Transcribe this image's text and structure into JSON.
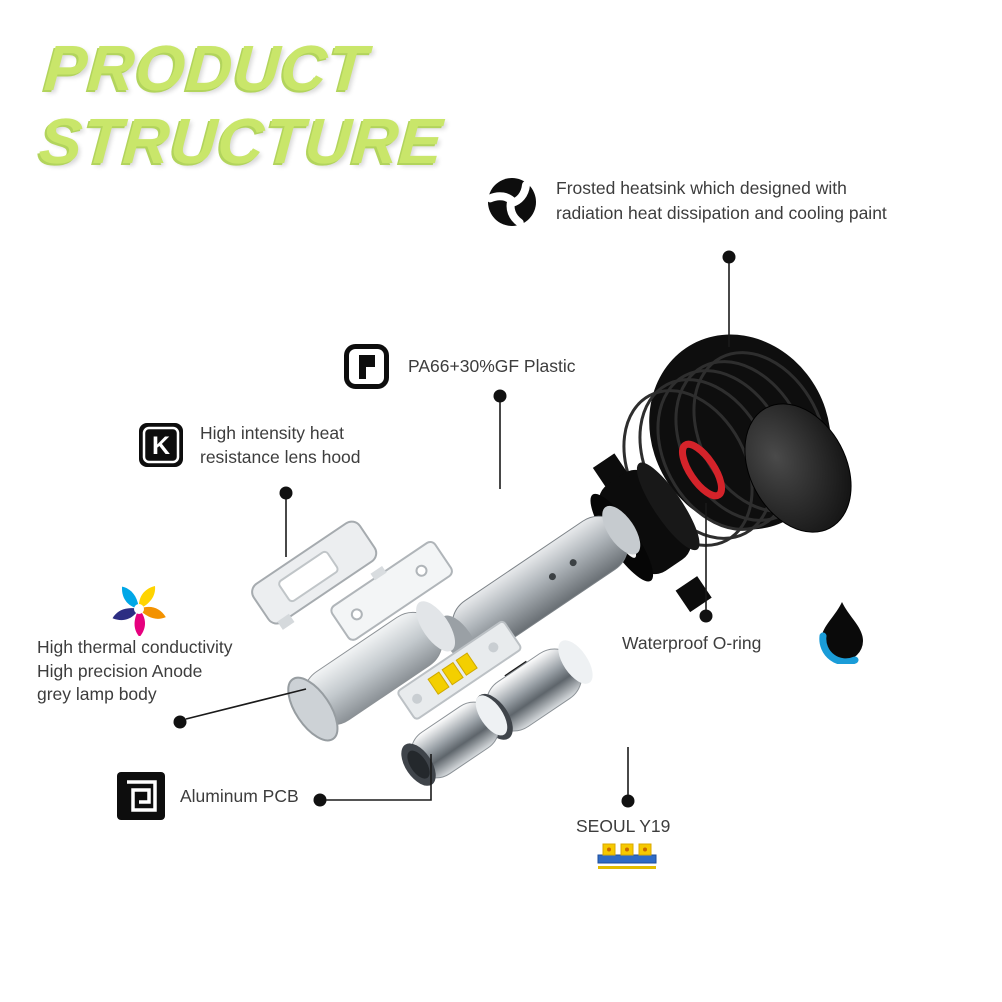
{
  "title": {
    "line1": "PRODUCT",
    "line2": "STRUCTURE"
  },
  "callouts": {
    "heatsink": {
      "icon": "heatsink-fan-icon",
      "lines": [
        "Frosted heatsink which designed with",
        "radiation heat dissipation and cooling paint"
      ]
    },
    "plastic": {
      "icon": "plastic-part-icon",
      "label": "PA66+30%GF Plastic"
    },
    "lens_hood": {
      "icon": "lens-hood-icon",
      "icon_glyph": "K",
      "lines": [
        "High intensity heat",
        "resistance lens hood"
      ]
    },
    "lamp_body": {
      "icon": "thermal-pinwheel-icon",
      "lines": [
        "High thermal conductivity",
        "High precision Anode",
        "grey lamp body"
      ]
    },
    "o_ring": {
      "icon": "waterproof-droplet-icon",
      "label": "Waterproof O-ring"
    },
    "pcb": {
      "icon": "aluminum-pcb-pattern-icon",
      "label": "Aluminum PCB"
    },
    "led": {
      "icon": "led-chip-icon",
      "label": "SEOUL Y19"
    }
  },
  "colors": {
    "title_green": "#c9e66a",
    "title_shadow": "#b2d45c",
    "text": "#3d3d3d",
    "oring_red": "#d4232a",
    "droplet_blue": "#1a9cd8",
    "led_yellow": "#f3cf00",
    "led_strip_blue": "#2e6bc6",
    "part_black": "#0e0e0e",
    "part_silver": "#aeb4b9"
  }
}
